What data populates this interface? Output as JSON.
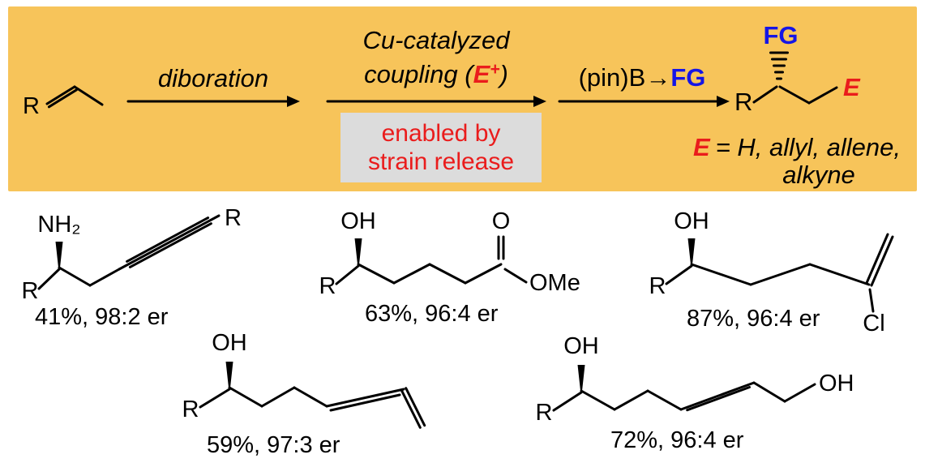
{
  "colors": {
    "banner_background": "#F7C45A",
    "note_background": "#DCDCDC",
    "accent_red": "#EA1C1C",
    "accent_blue": "#1515E6",
    "ink": "#000000"
  },
  "banner": {
    "reactant": {
      "r": "R"
    },
    "step1": {
      "label": "diboration"
    },
    "step2": {
      "line1": "Cu-catalyzed",
      "line2_pre": "coupling (",
      "line2_e": "E",
      "line2_sup": "+",
      "line2_close": ")",
      "note_line1": "enabled by",
      "note_line2": "strain release"
    },
    "step3": {
      "pre": "(pin)B",
      "arrow": "→",
      "fg": "FG"
    },
    "product": {
      "fg": "FG",
      "r": "R",
      "e": "E"
    },
    "e_definition": {
      "e": "E",
      "rest": "= H, allyl, allene,",
      "line2": "alkyne"
    }
  },
  "products": [
    {
      "amine": "NH₂",
      "r_left": "R",
      "r_right": "R",
      "yield_er": "41%, 98:2 er"
    },
    {
      "oh": "OH",
      "r": "R",
      "o": "O",
      "ome": "OMe",
      "yield_er": "63%, 96:4 er"
    },
    {
      "oh": "OH",
      "r": "R",
      "cl": "Cl",
      "yield_er": "87%, 96:4 er"
    },
    {
      "oh": "OH",
      "r": "R",
      "yield_er": "59%, 97:3 er"
    },
    {
      "oh": "OH",
      "r": "R",
      "oh_end": "OH",
      "yield_er": "72%, 96:4 er"
    }
  ]
}
